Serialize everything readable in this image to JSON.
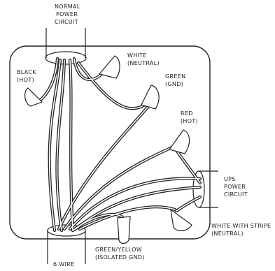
{
  "labels": {
    "normal_power": [
      "NORMAL",
      "POWER",
      "CIRCUIT"
    ],
    "white": [
      "WHITE",
      "(NEUTRAL)"
    ],
    "black": [
      "BLACK",
      "(HOT)"
    ],
    "green": [
      "GREEN",
      "(GND)"
    ],
    "red": [
      "RED",
      "(HOT)"
    ],
    "ups_power": [
      "UPS",
      "POWER",
      "CIRCUIT"
    ],
    "white_stripe": [
      "WHITE WITH STRIPE",
      "(NEUTRAL)"
    ],
    "green_yellow": [
      "GREEN/YELLOW",
      "(ISOLATED GND)"
    ],
    "six_wire": "6 WIRE"
  },
  "colors": {
    "stroke": "#222222",
    "background": "#ffffff"
  }
}
